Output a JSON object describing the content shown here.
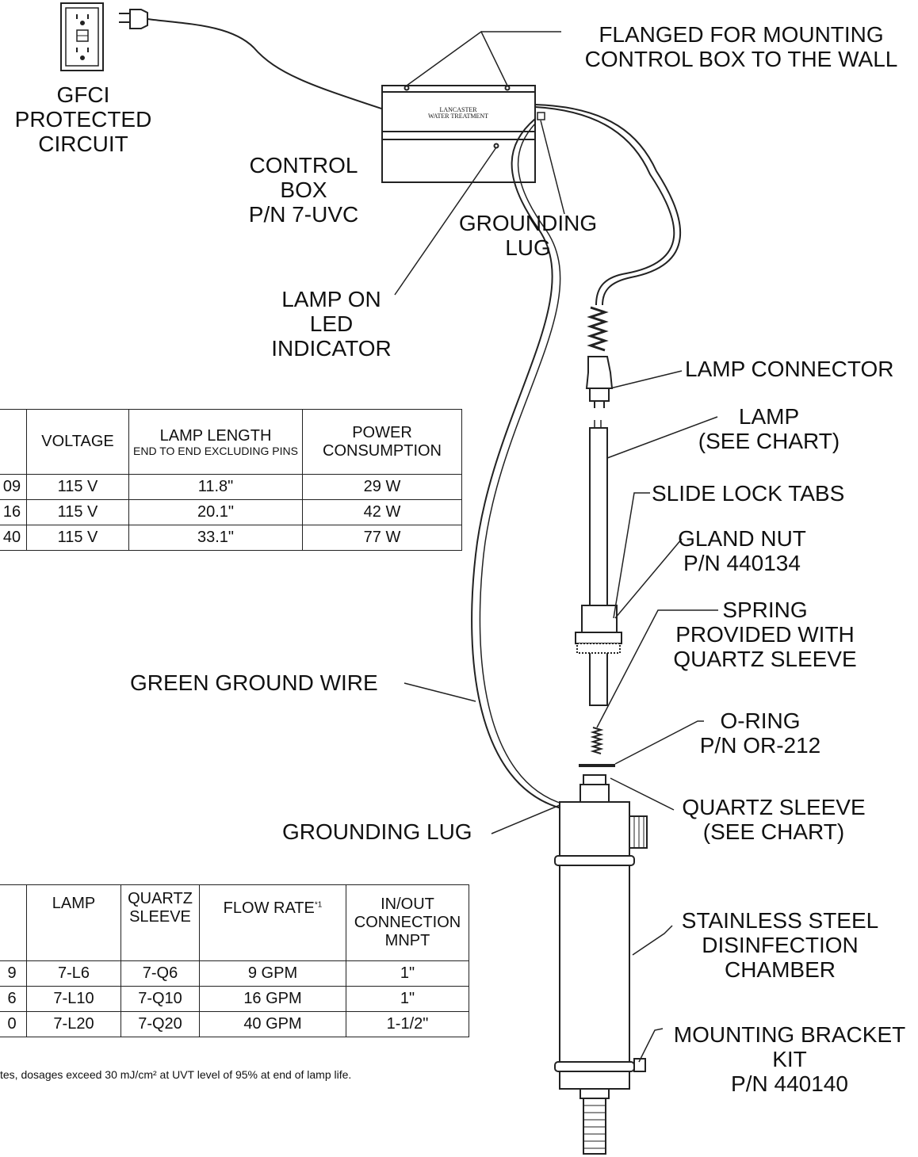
{
  "labels": {
    "gfci": [
      "GFCI",
      "PROTECTED",
      "CIRCUIT"
    ],
    "flanged": [
      "FLANGED FOR MOUNTING",
      "CONTROL BOX TO THE WALL"
    ],
    "control_box": [
      "CONTROL",
      "BOX",
      "P/N 7-UVC"
    ],
    "grounding_lug_top": [
      "GROUNDING",
      "LUG"
    ],
    "lamp_on": [
      "LAMP ON",
      "LED",
      "INDICATOR"
    ],
    "lamp_connector": "LAMP CONNECTOR",
    "lamp": [
      "LAMP",
      "(SEE CHART)"
    ],
    "slide_lock": "SLIDE LOCK TABS",
    "gland_nut": [
      "GLAND NUT",
      "P/N 440134"
    ],
    "spring": [
      "SPRING",
      "PROVIDED WITH",
      "QUARTZ SLEEVE"
    ],
    "green_wire": "GREEN GROUND WIRE",
    "oring": [
      "O-RING",
      "P/N OR-212"
    ],
    "grounding_lug_bottom": "GROUNDING LUG",
    "quartz_sleeve": [
      "QUARTZ SLEEVE",
      "(SEE CHART)"
    ],
    "chamber": [
      "STAINLESS STEEL",
      "DISINFECTION",
      "CHAMBER"
    ],
    "bracket": [
      "MOUNTING BRACKET",
      "KIT",
      "P/N 440140"
    ],
    "box_brand": [
      "LANCASTER",
      "WATER TREATMENT"
    ]
  },
  "lamp_table": {
    "headers": {
      "voltage": "VOLTAGE",
      "lamp_length": "LAMP LENGTH",
      "lamp_length_sub": "END TO END EXCLUDING PINS",
      "power": [
        "POWER",
        "CONSUMPTION"
      ]
    },
    "rows": [
      {
        "model": "09",
        "voltage": "115 V",
        "length": "11.8\"",
        "power": "29 W"
      },
      {
        "model": "16",
        "voltage": "115 V",
        "length": "20.1\"",
        "power": "42 W"
      },
      {
        "model": "40",
        "voltage": "115 V",
        "length": "33.1\"",
        "power": "77 W"
      }
    ]
  },
  "flow_table": {
    "headers": {
      "lamp": "LAMP",
      "sleeve": [
        "QUARTZ",
        "SLEEVE"
      ],
      "flow": "FLOW RATE",
      "flow_note": "*1",
      "conn": [
        "IN/OUT",
        "CONNECTION",
        "MNPT"
      ]
    },
    "rows": [
      {
        "model": "9",
        "lamp": "7-L6",
        "sleeve": "7-Q6",
        "flow": "9 GPM",
        "conn": "1\""
      },
      {
        "model": "6",
        "lamp": "7-L10",
        "sleeve": "7-Q10",
        "flow": "16 GPM",
        "conn": "1\""
      },
      {
        "model": "0",
        "lamp": "7-L20",
        "sleeve": "7-Q20",
        "flow": "40 GPM",
        "conn": "1-1/2\""
      }
    ]
  },
  "footnote": "tes, dosages exceed 30 mJ/cm² at UVT level of 95% at end of lamp life."
}
